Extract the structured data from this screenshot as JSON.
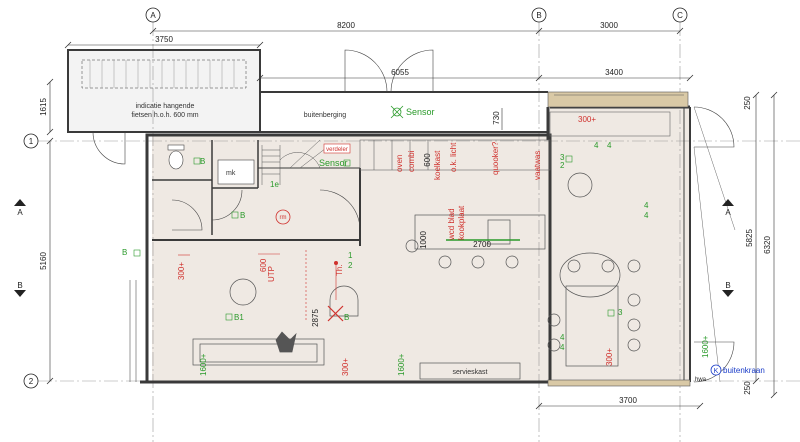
{
  "grid": {
    "cols": [
      "A",
      "B",
      "C"
    ],
    "rows": [
      "1",
      "2"
    ]
  },
  "dims": {
    "top_total": "8200",
    "top_right": "3000",
    "shed_width": "3750",
    "mid_width": "6055",
    "mid_right": "3400",
    "shed_depth": "1615",
    "left_height": "5160",
    "right_inner": "5825",
    "right_outer": "6320",
    "right_top_small": "250",
    "right_bot_small": "250",
    "bottom_right": "3700",
    "island_w": "2700",
    "island_d": "1000",
    "hall_h": "2875",
    "corridor": "730",
    "wall_600": "600"
  },
  "labels": {
    "shed_line1": "indicatie hangende",
    "shed_line2": "fietsen h.o.h. 600 mm",
    "storage": "buitenberging",
    "sensor_top": "Sensor",
    "sensor_hall": "Sensor",
    "verdeler": "verdeler",
    "mk": "mk",
    "rm": "rm",
    "servieskast": "servieskast",
    "buitenkraan": "buitenkraan",
    "hwa": "hwa",
    "k_symbol": "K"
  },
  "kitchen": {
    "oven": "oven",
    "combi": "combi",
    "koelkast": "koelkast",
    "ok_licht": "o.k. licht",
    "quooker": "quooker?",
    "vaatwas": "vaatwas",
    "wcd_blad": "wcd blad",
    "kookplaat": "kookplaat"
  },
  "symbols": {
    "b": "B",
    "b1": "B1",
    "e1": "1e",
    "n1": "1",
    "n2": "2",
    "n3": "3",
    "n4": "4",
    "p300": "300+",
    "p1600": "1600+",
    "utp": "UTP",
    "th": "Th.",
    "h600": "600"
  },
  "section": {
    "a": "A",
    "b": "B"
  },
  "colors": {
    "red": "#d0312d",
    "green": "#2a9a2a",
    "floor": "#efe9e3",
    "wall": "#3a3a3a"
  }
}
